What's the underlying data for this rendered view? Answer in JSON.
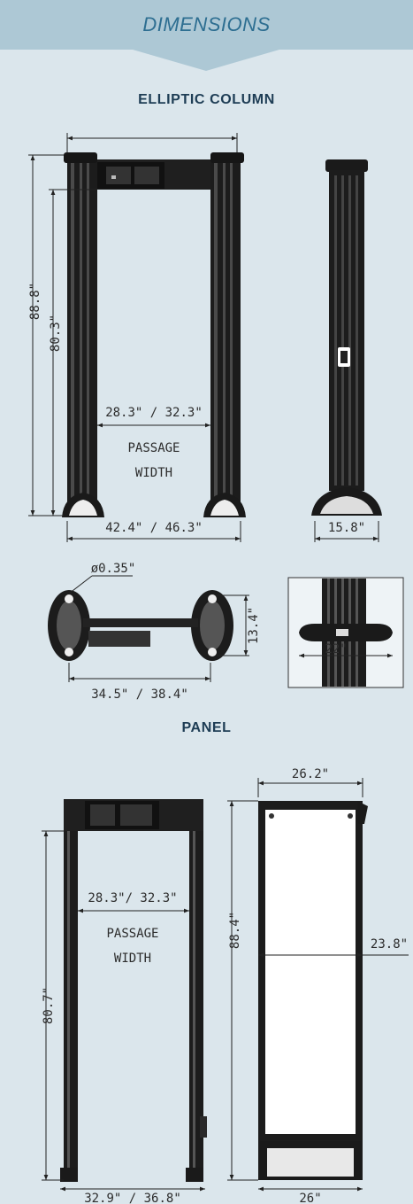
{
  "header": {
    "title": "DIMENSIONS"
  },
  "sections": {
    "elliptic": {
      "title": "ELLIPTIC COLUMN",
      "height_outer": "88.8\"",
      "height_inner": "80.3\"",
      "passage": "28.3\" / 32.3\"",
      "passage_label_1": "PASSAGE",
      "passage_label_2": "WIDTH",
      "outer_width": "42.4\" / 46.3\"",
      "side_depth": "15.8\"",
      "hole": "ø0.35\"",
      "top_depth": "13.4\"",
      "top_width": "34.5\" / 38.4\"",
      "detail_width": "22\""
    },
    "panel": {
      "title": "PANEL",
      "height_inner": "80.7\"",
      "passage": "28.3\"/ 32.3\"",
      "passage_label_1": "PASSAGE",
      "passage_label_2": "WIDTH",
      "width": "32.9\" / 36.8\"",
      "top_depth": "26.2\"",
      "side_height": "88.4\"",
      "mid_depth": "23.8\"",
      "base_depth": "26\""
    }
  },
  "colors": {
    "background": "#dbe6ec",
    "banner": "#adc8d5",
    "accent": "#2d6e91",
    "heading": "#1e3d55"
  }
}
